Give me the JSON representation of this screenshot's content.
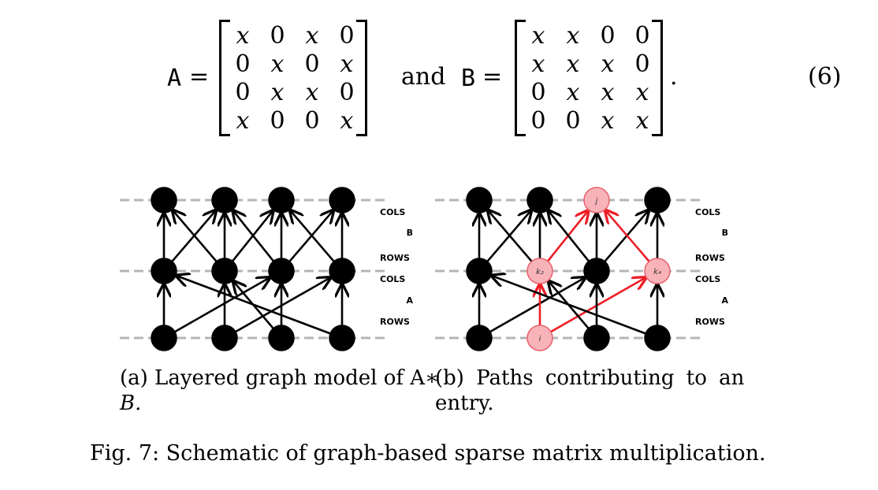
{
  "equation": {
    "matrix_a": {
      "name": "A",
      "rows": [
        [
          "x",
          "0",
          "x",
          "0"
        ],
        [
          "0",
          "x",
          "0",
          "x"
        ],
        [
          "0",
          "x",
          "x",
          "0"
        ],
        [
          "x",
          "0",
          "0",
          "x"
        ]
      ]
    },
    "matrix_b": {
      "name": "B",
      "rows": [
        [
          "x",
          "x",
          "0",
          "0"
        ],
        [
          "x",
          "x",
          "x",
          "0"
        ],
        [
          "0",
          "x",
          "x",
          "x"
        ],
        [
          "0",
          "0",
          "x",
          "x"
        ]
      ]
    },
    "equals": "=",
    "conjunction": "and",
    "end_punct": ".",
    "number": "(6)"
  },
  "figure_a": {
    "layer_labels": [
      "COLS",
      "B",
      "ROWS",
      "COLS",
      "A",
      "ROWS"
    ],
    "caption_line1": "(a) Layered graph model of A∗",
    "caption_line2": "B."
  },
  "figure_b": {
    "layer_labels": [
      "COLS",
      "B",
      "ROWS",
      "COLS",
      "A",
      "ROWS"
    ],
    "node_labels": {
      "top": "j",
      "mid_1": "k₂",
      "mid_2": "k₄",
      "bottom": "i"
    },
    "caption_line1": "(b) Paths contributing to an",
    "caption_line2": "entry."
  },
  "figure_caption": "Fig. 7: Schematic of graph-based sparse matrix multiplication.",
  "colors": {
    "node": "#000000",
    "highlight_fill": "#f7b3b8",
    "highlight_stroke": "#e8606a",
    "highlight_edge": "#ee1c25",
    "dashed_layer": "#b5b5b5"
  }
}
